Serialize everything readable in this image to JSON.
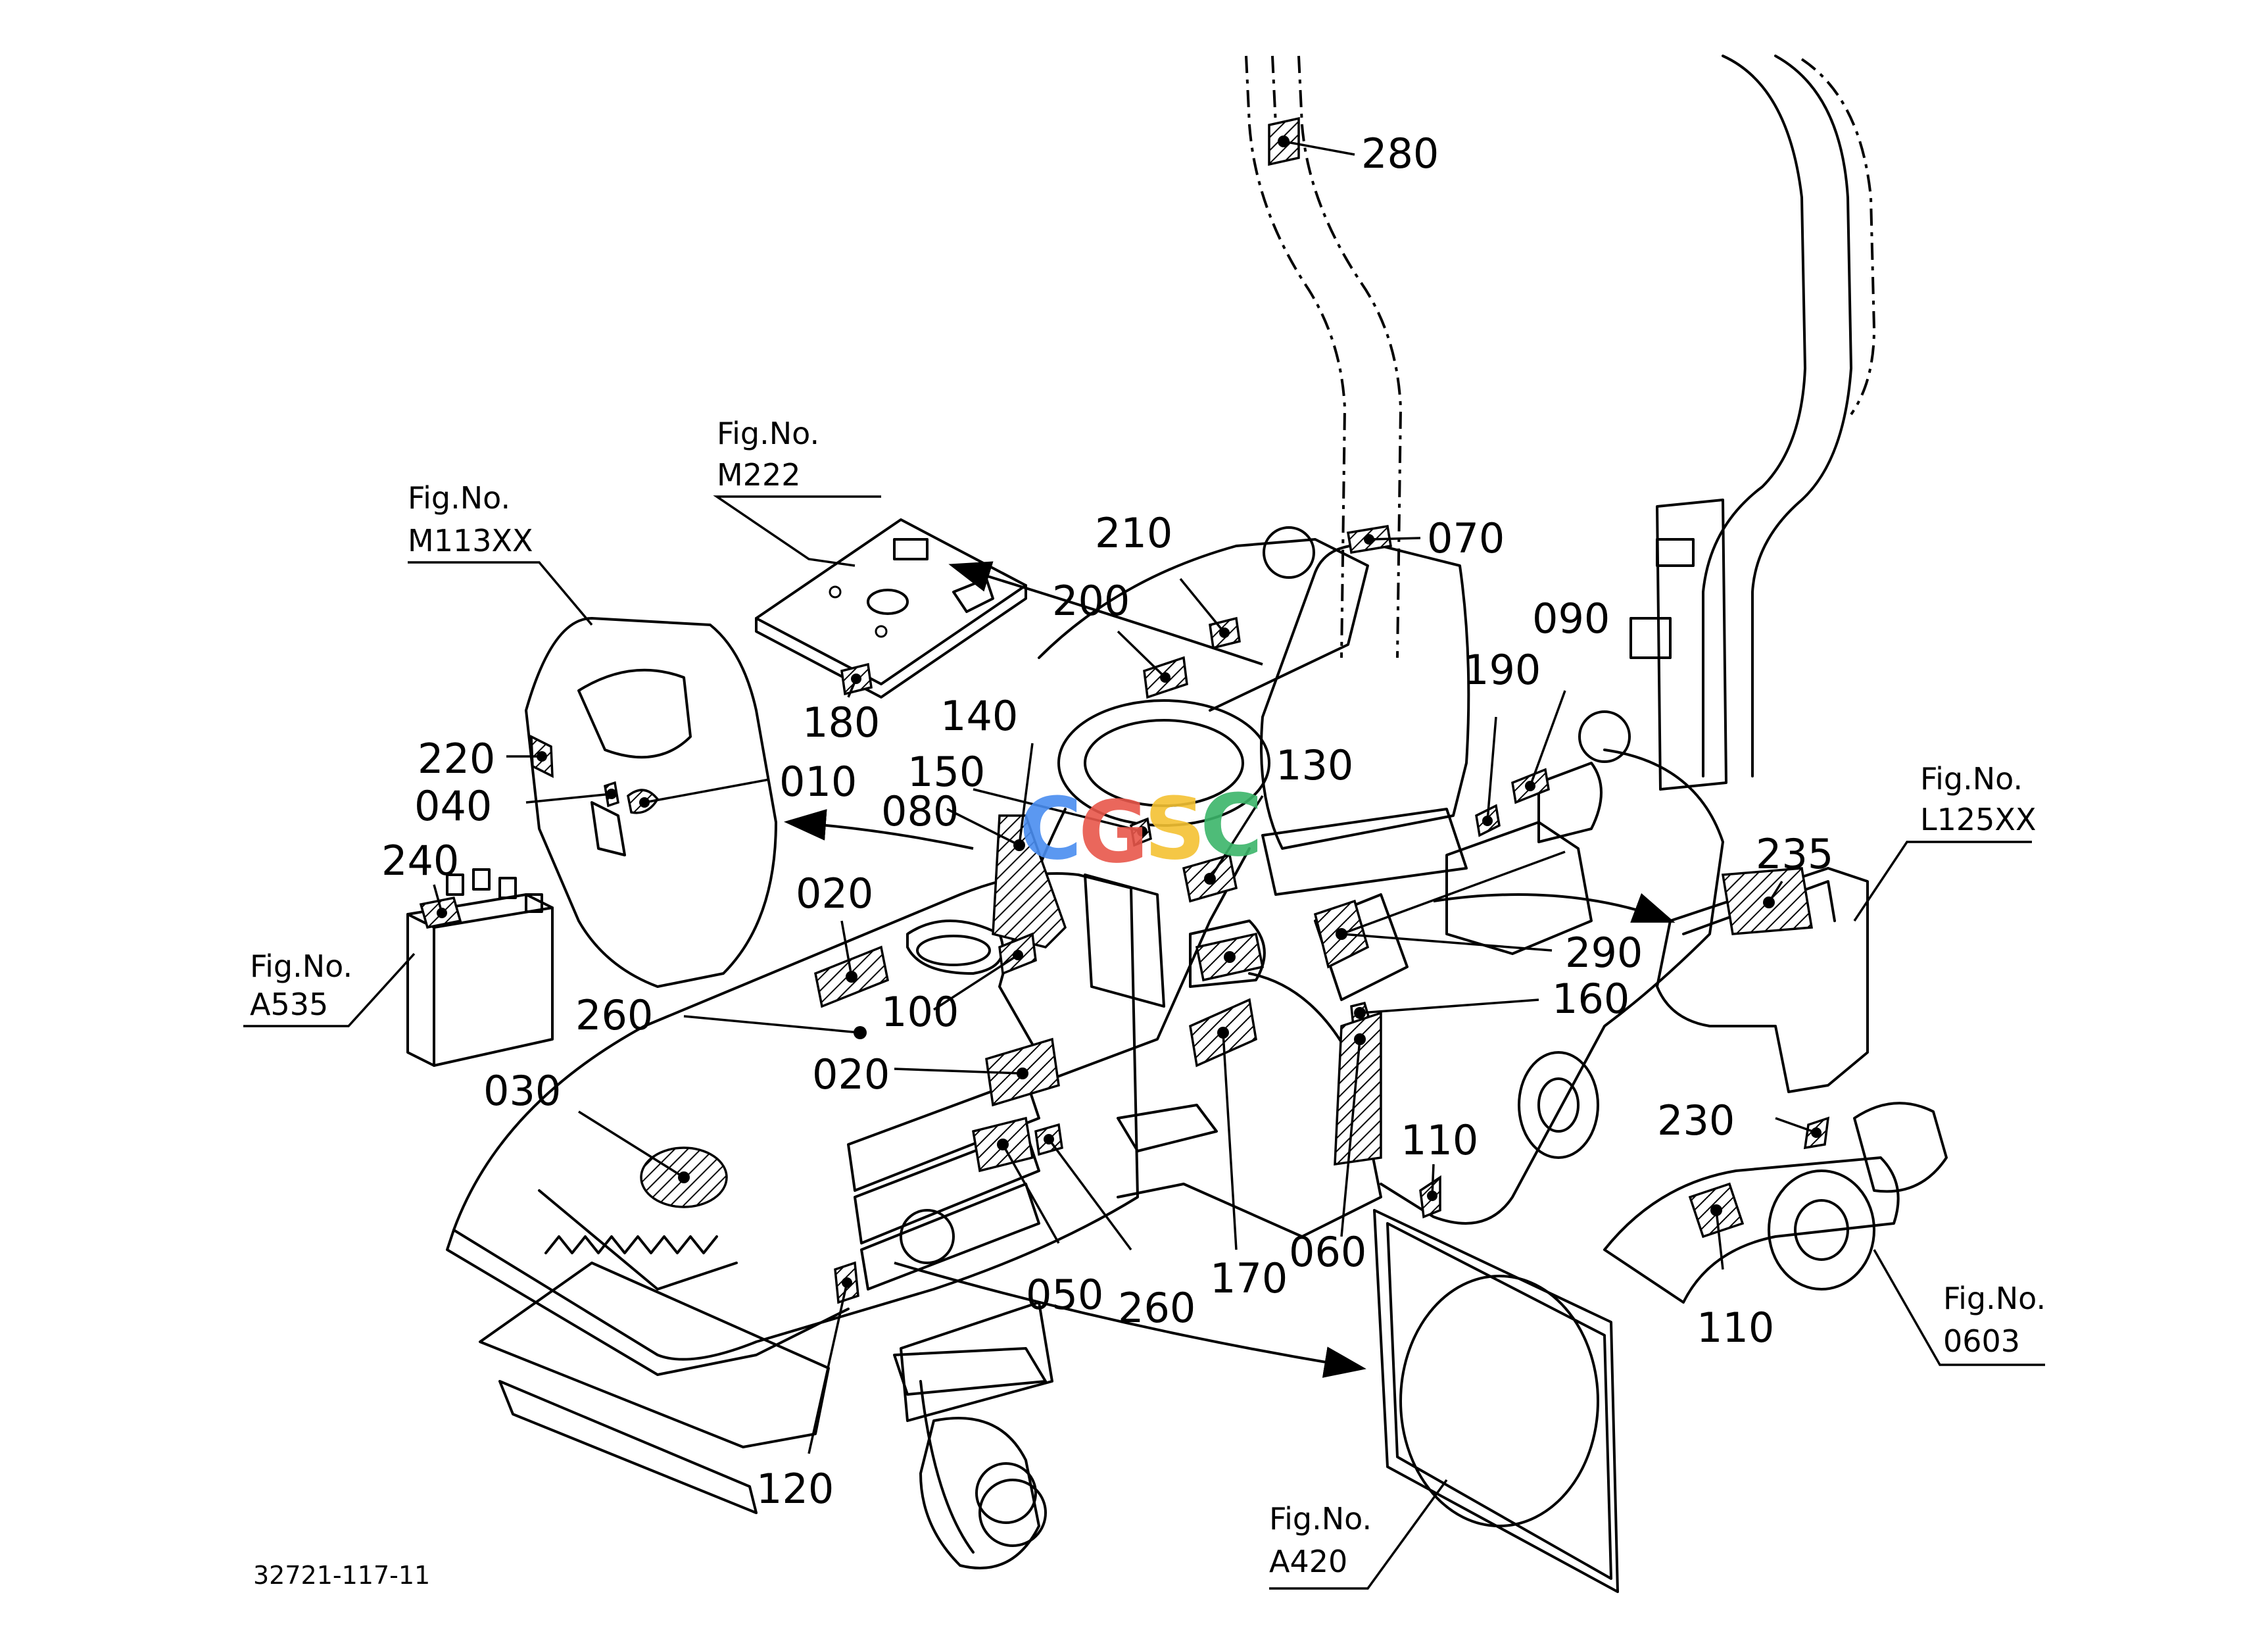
{
  "watermark": {
    "letters": [
      "C",
      "G",
      "S",
      "C"
    ],
    "colors": [
      "#4a8df0",
      "#e8574b",
      "#f4c233",
      "#3bb56a"
    ]
  },
  "part_labels": [
    "280",
    "210",
    "070",
    "200",
    "090",
    "190",
    "180",
    "140",
    "130",
    "150",
    "220",
    "040",
    "010",
    "080",
    "240",
    "020",
    "235",
    "290",
    "260",
    "100",
    "160",
    "020",
    "030",
    "110",
    "230",
    "050",
    "260",
    "170",
    "060",
    "110",
    "120"
  ],
  "figure_refs": [
    {
      "caption": "Fig.No.",
      "number": "M222"
    },
    {
      "caption": "Fig.No.",
      "number": "M113XX"
    },
    {
      "caption": "Fig.No.",
      "number": "L125XX"
    },
    {
      "caption": "Fig.No.",
      "number": "A535"
    },
    {
      "caption": "Fig.No.",
      "number": "0603"
    },
    {
      "caption": "Fig.No.",
      "number": "A420"
    }
  ],
  "drawing_code": "32721-117-11"
}
